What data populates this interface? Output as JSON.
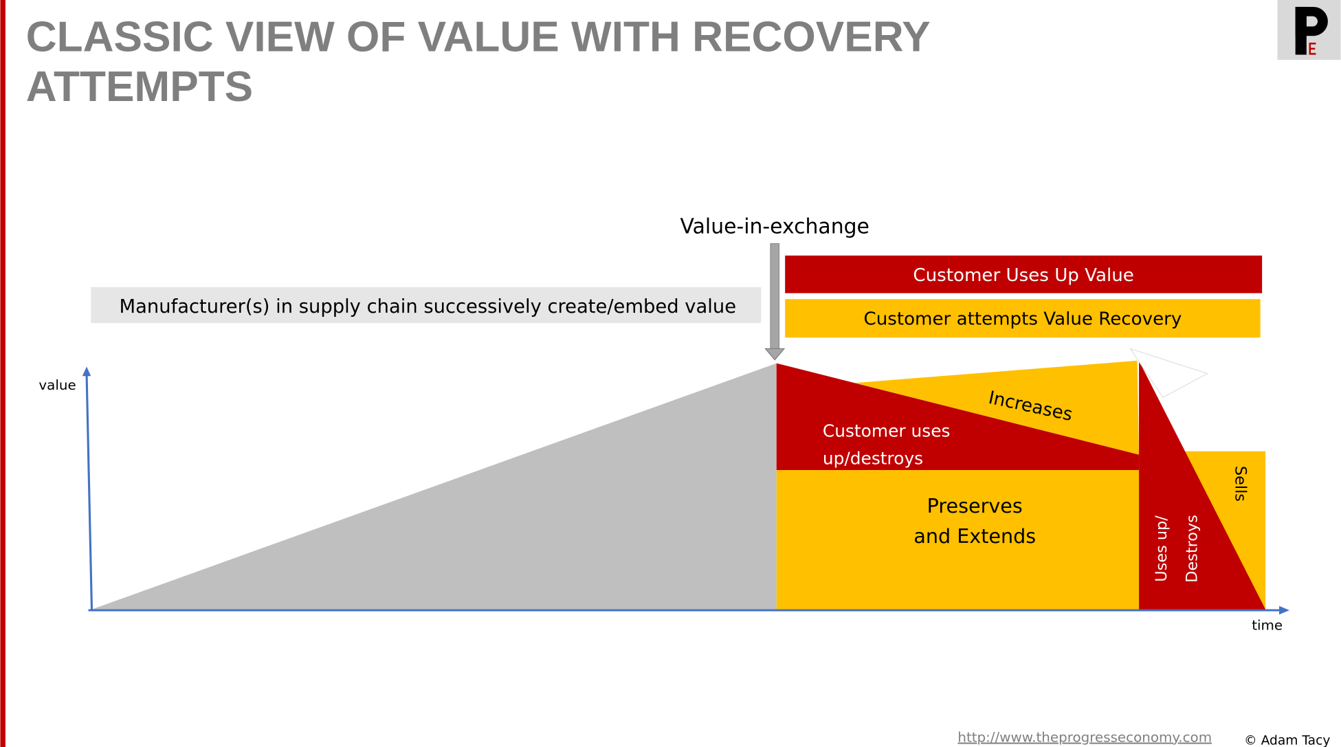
{
  "title_line1": "CLASSIC VIEW OF VALUE WITH RECOVERY",
  "title_line2": "ATTEMPTS",
  "logo": {
    "letter": "P",
    "sub": "E"
  },
  "value_in_exchange": "Value-in-exchange",
  "manufacturer_label": "Manufacturer(s) in supply chain successively create/embed value",
  "legend": {
    "uses_up": "Customer Uses Up Value",
    "recovery": "Customer attempts Value Recovery"
  },
  "axis": {
    "y": "value",
    "x": "time"
  },
  "regions": {
    "uses_line1": "Customer uses",
    "uses_line2": "up/destroys",
    "increases": "Increases",
    "preserves_line1": "Preserves",
    "preserves_line2": "and Extends",
    "usesup_line1": "Uses up/",
    "usesup_line2": "Destroys",
    "sells": "Sells"
  },
  "footer": {
    "url": "http://www.theprogresseconomy.com",
    "copyright": "© Adam Tacy"
  },
  "colors": {
    "red": "#c00000",
    "yellow": "#ffc000",
    "gray": "#bfbfbf",
    "axis": "#4472c4",
    "title": "#7f7f7f"
  }
}
